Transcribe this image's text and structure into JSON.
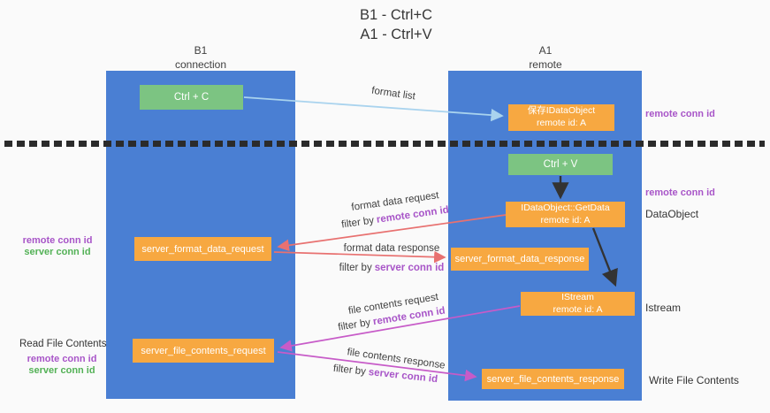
{
  "title": {
    "line1": "B1 - Ctrl+C",
    "line2": "A1 - Ctrl+V"
  },
  "lanes": {
    "b1": {
      "name": "B1",
      "subtitle": "connection"
    },
    "a1": {
      "name": "A1",
      "subtitle": "remote"
    }
  },
  "nodes": {
    "ctrl_c": {
      "label": "Ctrl + C"
    },
    "saved_idataobject": {
      "line1": "保存IDataObject",
      "line2": "remote id: A"
    },
    "ctrl_v": {
      "label": "Ctrl + V"
    },
    "idataobject_getdata": {
      "line1": "IDataObject::GetData",
      "line2": "remote id: A"
    },
    "server_format_data_request": {
      "label": "server_format_data_request"
    },
    "server_format_data_response": {
      "label": "server_format_data_response"
    },
    "istream": {
      "line1": "IStream",
      "line2": "remote id: A"
    },
    "server_file_contents_request": {
      "label": "server_file_contents_request"
    },
    "server_file_contents_response": {
      "label": "server_file_contents_response"
    }
  },
  "flows": {
    "format_list": {
      "label": "format list"
    },
    "format_data_request": {
      "label": "format data request",
      "filter_prefix": "filter by",
      "filter_key": "remote conn id"
    },
    "format_data_response": {
      "label": "format data response",
      "filter_prefix": "filter by",
      "filter_key": "server conn id"
    },
    "file_contents_request": {
      "label": "file contents request",
      "filter_prefix": "filter by",
      "filter_key": "remote conn id"
    },
    "file_contents_response": {
      "label": "file contents response",
      "filter_prefix": "filter by",
      "filter_key": "server conn id"
    }
  },
  "annotations": {
    "right_top_conn_id": "remote conn id",
    "right_mid_conn_id": "remote conn id",
    "right_dataobject": "DataObject",
    "right_istream": "Istream",
    "right_write_file": "Write File Contents",
    "left_mid_remote": "remote conn id",
    "left_mid_server": "server conn id",
    "left_read_file": "Read File Contents",
    "left_bottom_remote": "remote conn id",
    "left_bottom_server": "server conn id"
  },
  "colors": {
    "lane_blue": "#4a7fd3",
    "node_green": "#7cc482",
    "node_orange": "#f7a841",
    "arrow_light_blue": "#a9d3ee",
    "arrow_red": "#e87170",
    "arrow_magenta": "#c75bc8",
    "arrow_black": "#333333",
    "label_purple": "#a855c8",
    "label_green": "#53b156"
  }
}
